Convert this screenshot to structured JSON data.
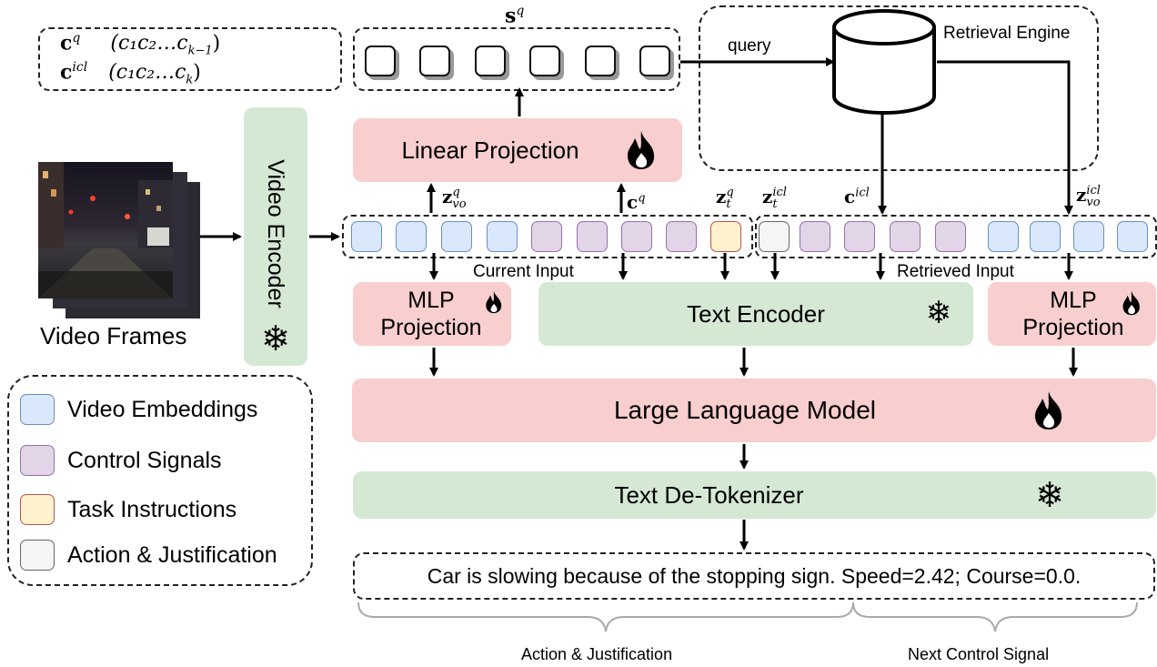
{
  "notation": {
    "cq_sym": "c",
    "cq_sup": "q",
    "cq_seq": "(c₁c₂…c",
    "cq_seq_sub": "k−1",
    "cicl_sym": "c",
    "cicl_sup": "icl",
    "cicl_seq": "(c₁c₂…c",
    "cicl_seq_sub": "k"
  },
  "sq_label": {
    "sym": "s",
    "sup": "q"
  },
  "query_label": "query",
  "retrieval_engine_label": "Retrieval Engine",
  "linear_projection_label": "Linear Projection",
  "video_encoder_label": "Video Encoder",
  "video_frames_label": "Video Frames",
  "token_labels": {
    "zvo_q": {
      "sym": "z",
      "sup": "q",
      "sub": "vo"
    },
    "cq": {
      "sym": "c",
      "sup": "q"
    },
    "zt_q": {
      "sym": "z",
      "sup": "q",
      "sub": "t"
    },
    "zt_icl": {
      "sym": "z",
      "sup": "icl",
      "sub": "t"
    },
    "cicl": {
      "sym": "c",
      "sup": "icl"
    },
    "zvo_icl": {
      "sym": "z",
      "sup": "icl",
      "sub": "vo"
    }
  },
  "current_input_label": "Current Input",
  "retrieved_input_label": "Retrieved Input",
  "mlp_left_label": "MLP\nProjection",
  "text_encoder_label": "Text Encoder",
  "mlp_right_label": "MLP\nProjection",
  "llm_label": "Large Language Model",
  "detokenizer_label": "Text De-Tokenizer",
  "output_text": "Car is slowing because of the stopping sign. Speed=2.42; Course=0.0.",
  "brace_left_label": "Action & Justification",
  "brace_right_label": "Next Control Signal",
  "legend": [
    {
      "label": "Video Embeddings",
      "color": "#dae8fc"
    },
    {
      "label": "Control Signals",
      "color": "#e1d5e7"
    },
    {
      "label": "Task Instructions",
      "color": "#fff2cc"
    },
    {
      "label": "Action & Justification",
      "color": "#f5f5f5"
    }
  ],
  "colors": {
    "trainable_module": "#f8cece",
    "frozen_module": "#d5e8d4"
  },
  "icons": [
    "fire-icon",
    "snowflake-icon",
    "database-icon"
  ]
}
